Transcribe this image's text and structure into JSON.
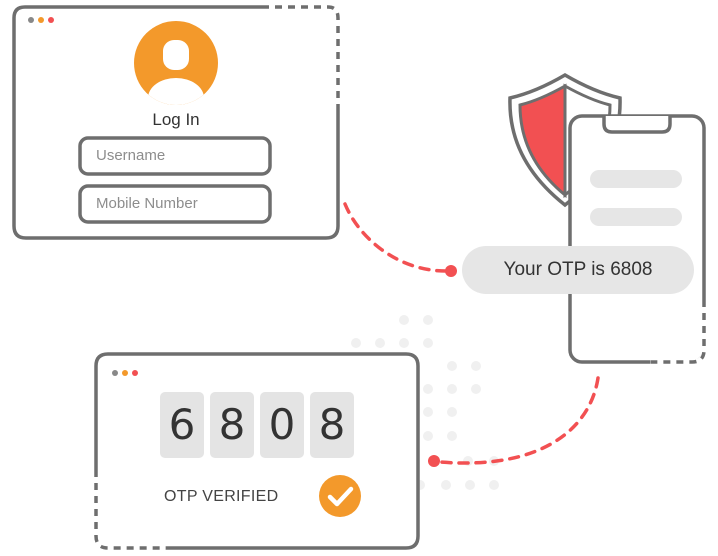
{
  "login_window": {
    "title": "Log In",
    "username_placeholder": "Username",
    "mobile_placeholder": "Mobile Number"
  },
  "phone": {
    "message": "Your OTP is 6808"
  },
  "otp_window": {
    "digits": [
      "6",
      "8",
      "0",
      "8"
    ],
    "status": "OTP VERIFIED"
  },
  "colors": {
    "accent_orange": "#f3992b",
    "accent_red": "#f25052",
    "outline": "#6e6e6e",
    "bubble": "#e6e6e6",
    "tile": "#e4e4e4"
  },
  "icons": [
    "user-avatar-icon",
    "shield-icon",
    "checkmark-icon"
  ]
}
